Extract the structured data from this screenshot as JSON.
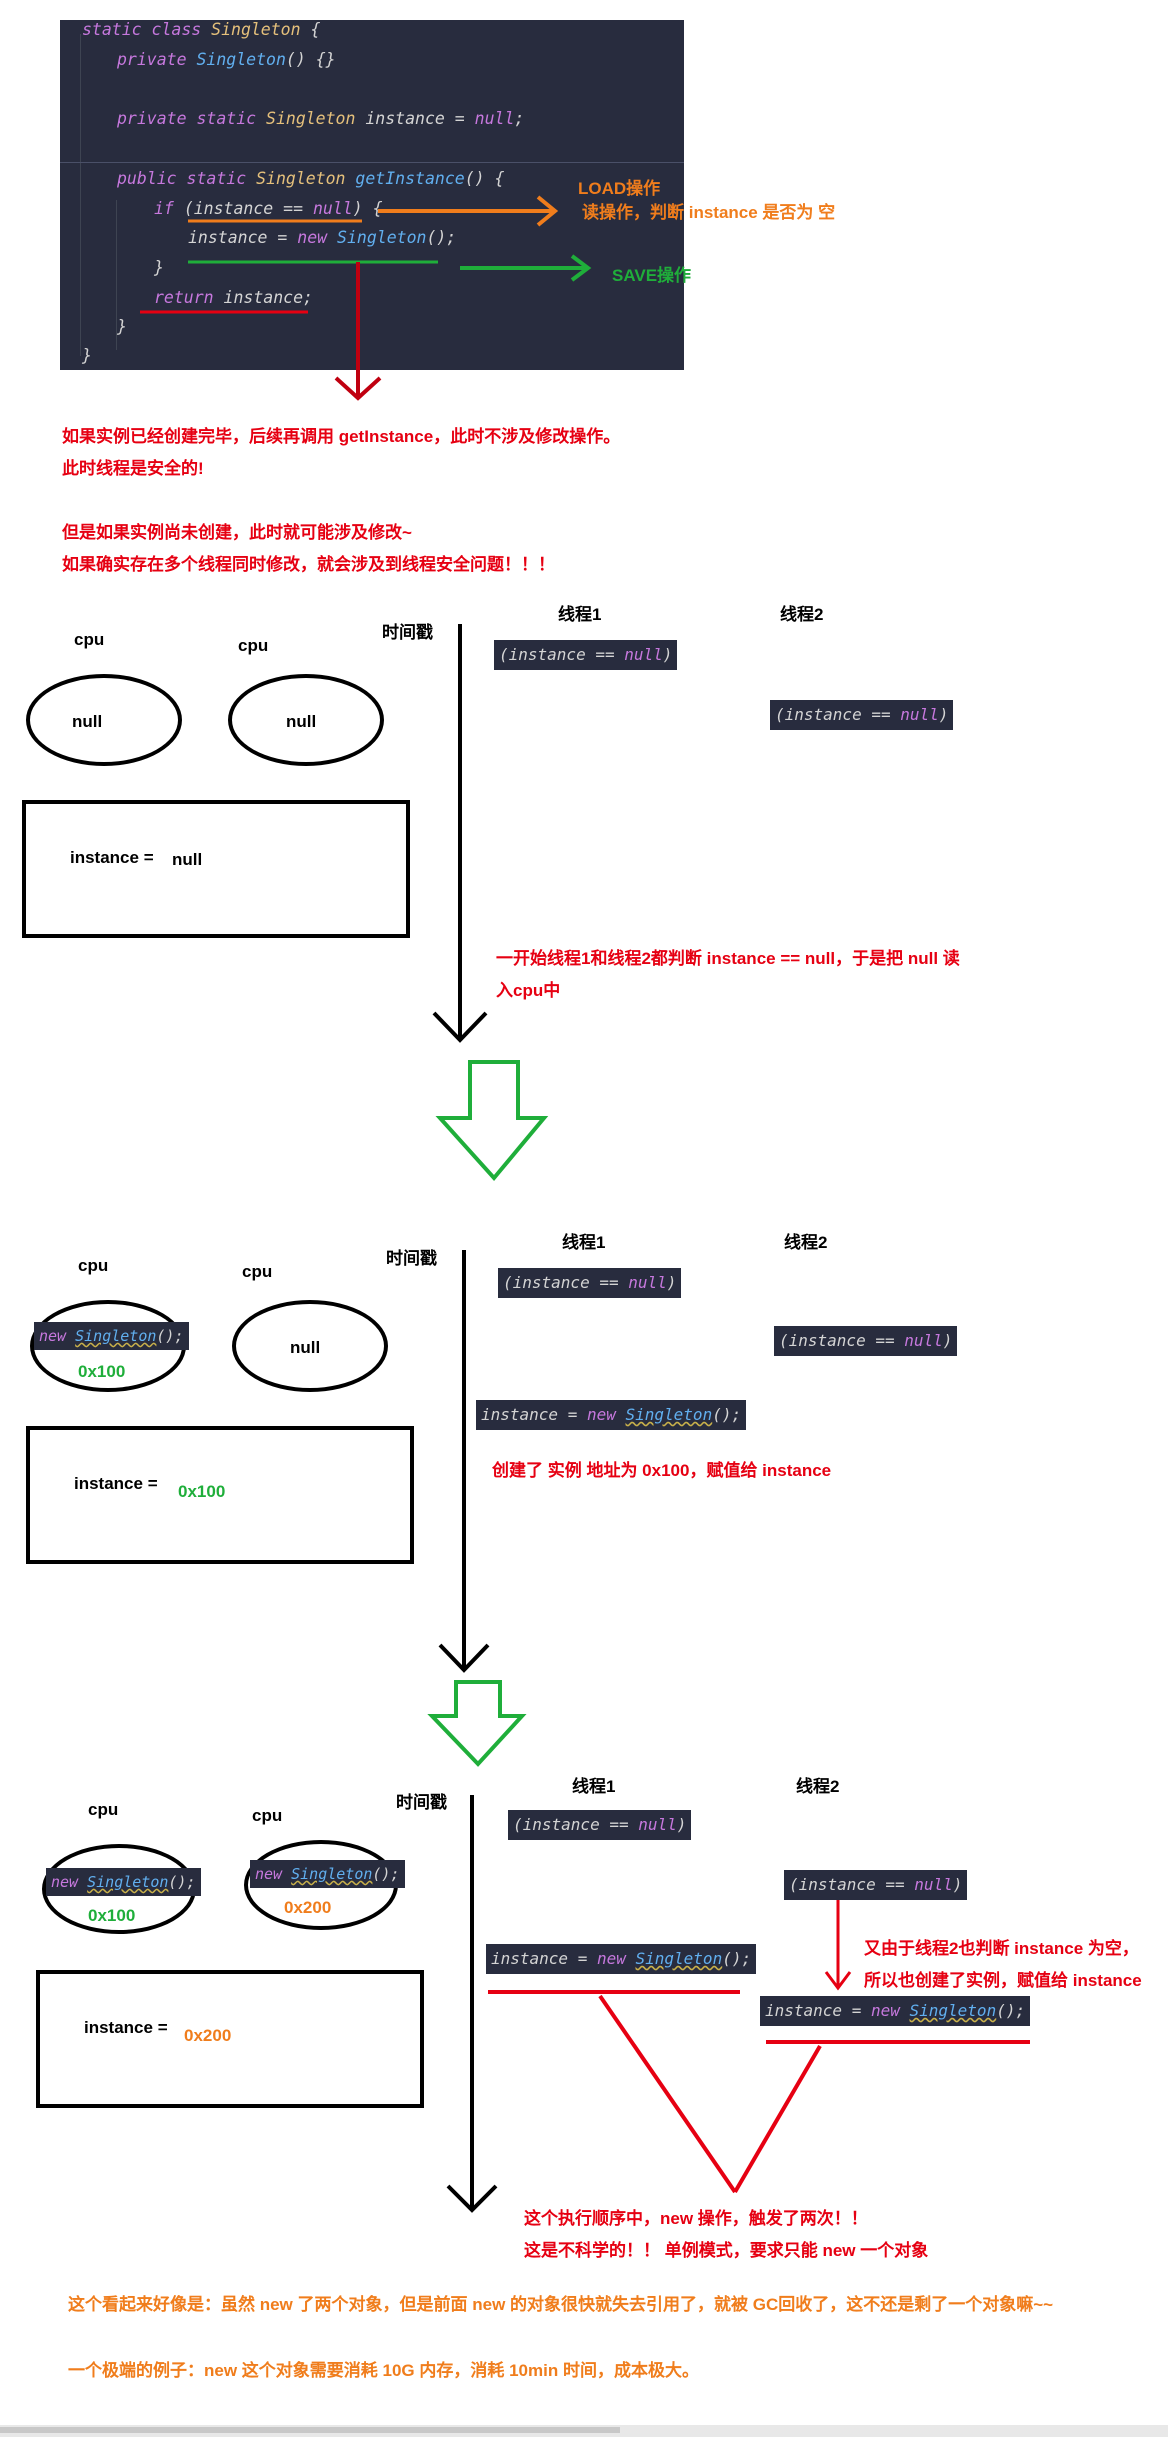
{
  "code": {
    "l1_kw": "static class ",
    "l1_cls": "Singleton",
    "l1_end": " {",
    "l2_kw": "private ",
    "l2_fn": "Singleton",
    "l2_end": "() {}",
    "l3_kw": "private static ",
    "l3_cls": "Singleton",
    "l3_var": " instance = ",
    "l3_null": "null",
    "l3_end": ";",
    "l4_kw": "public static ",
    "l4_cls": "Singleton",
    "l4_fn": " getInstance",
    "l4_end": "() {",
    "l5_kw": "if ",
    "l5_a": "(instance ",
    "l5_op": "==",
    "l5_null": " null",
    "l5_end": ") {",
    "l6_a": "instance = ",
    "l6_kw": "new ",
    "l6_fn": "Singleton",
    "l6_end": "();",
    "l7": "}",
    "l8_kw": "return",
    "l8_end": " instance;",
    "l9": "}",
    "l10": "}"
  },
  "annotations": {
    "load_title": "LOAD操作",
    "load_desc": "读操作，判断 instance 是否为 空",
    "save_title": "SAVE操作",
    "note1": "如果实例已经创建完毕，后续再调用 getInstance，此时不涉及修改操作。",
    "note2": "此时线程是安全的!",
    "note3": "但是如果实例尚未创建，此时就可能涉及修改~",
    "note4": "如果确实存在多个线程同时修改，就会涉及到线程安全问题！！！"
  },
  "labels": {
    "cpu": "cpu",
    "timestamp": "时间戳",
    "thread1": "线程1",
    "thread2": "线程2",
    "instance_eq": "instance =",
    "null": "null"
  },
  "chips": {
    "check_a": "(instance ",
    "check_op": "==",
    "check_null": " null",
    "check_end": ")",
    "assign_a": "instance = ",
    "assign_kw": "new ",
    "assign_fn": "Singleton",
    "assign_end": "();",
    "new_kw": "new ",
    "new_fn": "Singleton",
    "new_end": "();"
  },
  "stage1": {
    "note_line1": "一开始线程1和线程2都判断 instance == null，于是把 null 读",
    "note_line2": "入cpu中"
  },
  "stage2": {
    "addr": "0x100",
    "mem_value": "0x100",
    "note": "创建了 实例 地址为 0x100，赋值给 instance"
  },
  "stage3": {
    "addr1": "0x100",
    "addr2": "0x200",
    "mem_value": "0x200",
    "note_right1": "又由于线程2也判断 instance 为空，",
    "note_right2": "所以也创建了实例，赋值给 instance",
    "note_bottom1": "这个执行顺序中，new 操作，触发了两次！！",
    "note_bottom2": "这是不科学的！！ 单例模式，要求只能 new 一个对象"
  },
  "footer": {
    "line1": "这个看起来好像是：虽然 new 了两个对象，但是前面 new 的对象很快就失去引用了，就被 GC回收了，这不还是剩了一个对象嘛~~",
    "line2": "一个极端的例子：new 这个对象需要消耗 10G 内存，消耗 10min 时间，成本极大。"
  },
  "colors": {
    "red": "#e60012",
    "orange": "#f07d1c",
    "green": "#1fae3a",
    "code_bg": "#282c3e"
  }
}
